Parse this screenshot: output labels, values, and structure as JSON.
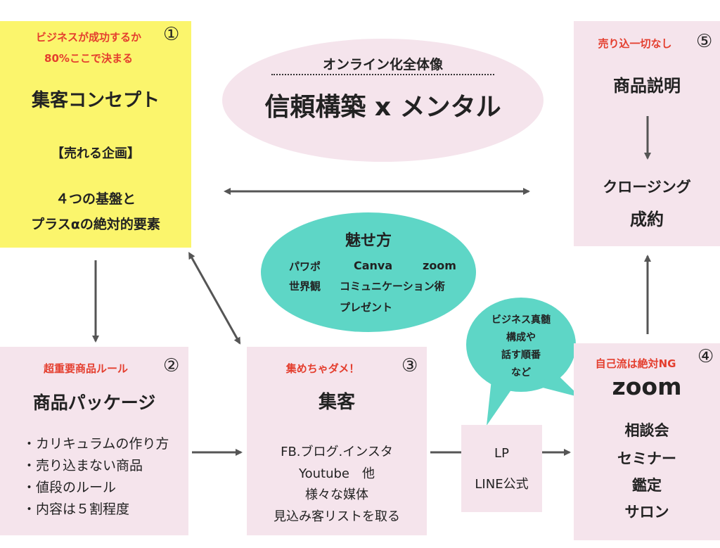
{
  "box1": {
    "tag_line1": "ビジネスが成功するか",
    "tag_line2": "80%ここで決まる",
    "number": "①",
    "title": "集客コンセプト",
    "subtitle": "【売れる企画】",
    "line1": "４つの基盤と",
    "line2": "プラスαの絶対的要素"
  },
  "center": {
    "subtitle": "オンライン化全体像",
    "title": "信頼構築 x メンタル"
  },
  "box5": {
    "tag": "売り込一切なし",
    "number": "⑤",
    "title": "商品説明",
    "line1": "クロージング",
    "line2": "成約"
  },
  "attract": {
    "title": "魅せ方",
    "items": [
      "パワポ",
      "Canva",
      "zoom",
      "世界観",
      "コミュニケーション術",
      "プレゼント"
    ]
  },
  "speech": {
    "lines": [
      "ビジネス真髄",
      "構成や",
      "話す順番",
      "など"
    ]
  },
  "box2": {
    "tag": "超重要商品ルール",
    "number": "②",
    "title": "商品パッケージ",
    "items": [
      "・カリキュラムの作り方",
      "・売り込まない商品",
      "・値段のルール",
      "・内容は５割程度"
    ]
  },
  "box3": {
    "tag": "集めちゃダメ！",
    "number": "③",
    "title": "集客",
    "lines": [
      "FB.ブログ.インスタ",
      "Youtube　他",
      "様々な媒体",
      "見込み客リストを取る"
    ]
  },
  "lp": {
    "line1": "LP",
    "line2": "LINE公式"
  },
  "box4": {
    "tag": "自己流は絶対NG",
    "number": "④",
    "title": "zoom",
    "lines": [
      "相談会",
      "セミナー",
      "鑑定",
      "サロン"
    ]
  },
  "colors": {
    "yellow_box": "#fbf56c",
    "pink_box": "#f5e4ec",
    "teal": "#5ed6c6",
    "red_text": "#e43e2e"
  }
}
